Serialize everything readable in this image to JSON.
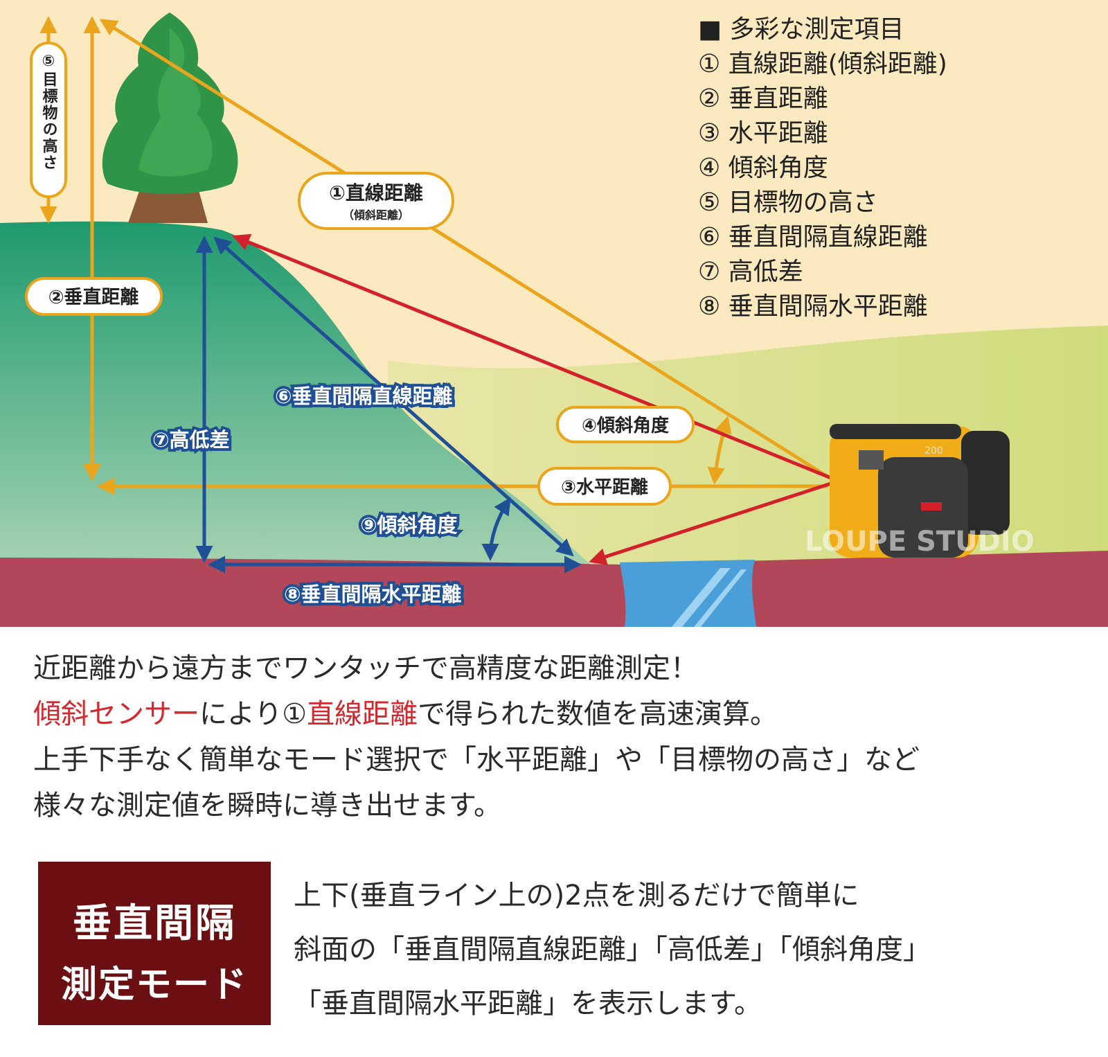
{
  "diagram": {
    "watermark": "LOUPE STUDIO",
    "device_badge": "200",
    "labels": {
      "straight_distance": "①直線距離",
      "straight_distance_sub": "（傾斜距離）",
      "vertical_distance": "②垂直距離",
      "horizontal_distance": "③水平距離",
      "incline_angle": "④傾斜角度",
      "target_height": "⑤目標物の高さ",
      "vertical_interval_straight": "⑥垂直間隔直線距離",
      "height_difference": "⑦高低差",
      "vertical_interval_horizontal": "⑧垂直間隔水平距離",
      "incline_angle_9": "⑨傾斜角度"
    }
  },
  "legend": {
    "title": "■ 多彩な測定項目",
    "items": [
      "① 直線距離(傾斜距離)",
      "② 垂直距離",
      "③ 水平距離",
      "④ 傾斜角度",
      "⑤ 目標物の高さ",
      "⑥ 垂直間隔直線距離",
      "⑦ 高低差",
      "⑧ 垂直間隔水平距離"
    ]
  },
  "description": {
    "line1": "近距離から遠方までワンタッチで高精度な距離測定！",
    "line2_red1": "傾斜センサー",
    "line2_mid": "により①",
    "line2_red2": "直線距離",
    "line2_end": "で得られた数値を高速演算。",
    "line3": "上手下手なく簡単なモード選択で「水平距離」や「目標物の高さ」など",
    "line4": "様々な測定値を瞬時に導き出せます。"
  },
  "mode": {
    "title1": "垂直間隔",
    "title2": "測定モード",
    "desc1": "上下(垂直ライン上の)2点を測るだけで簡単に",
    "desc2": "斜面の「垂直間隔直線距離」「高低差」「傾斜角度」",
    "desc3": "「垂直間隔水平距離」を表示します。"
  },
  "colors": {
    "sky": "#fbeac0",
    "hill_top": "#1f9b6e",
    "hill_bottom": "#b6d9b8",
    "field": "#d9e08a",
    "ground": "#b3475a",
    "water": "#4a9fd8",
    "yellow_line": "#eaa51c",
    "red_line": "#d4202a",
    "blue_line": "#1f4f95",
    "mode_box": "#6b0f12"
  }
}
